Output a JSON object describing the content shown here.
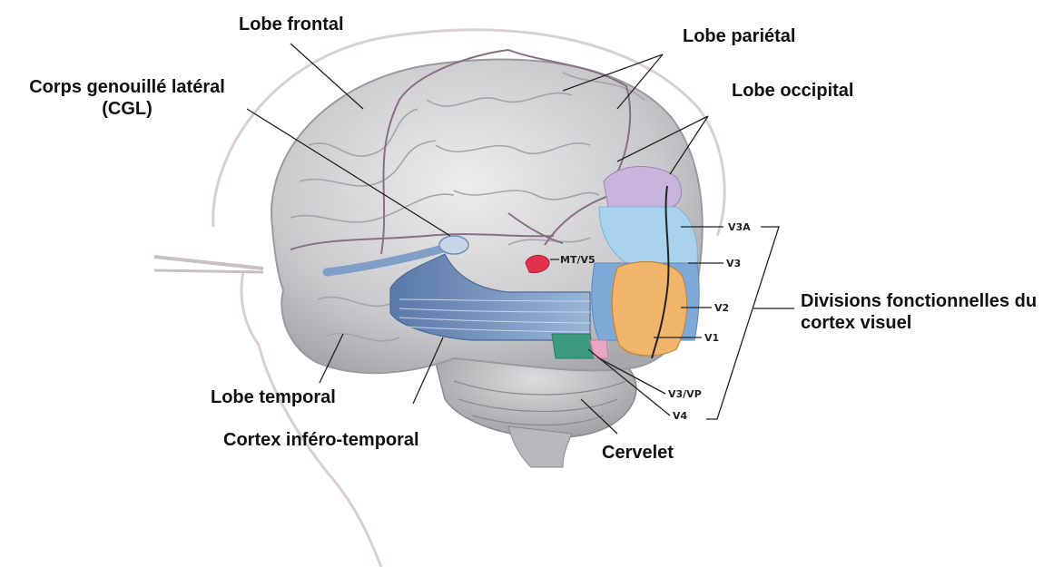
{
  "labels": {
    "frontal": "Lobe frontal",
    "parietal": "Lobe pariétal",
    "occipital": "Lobe occipital",
    "cgl_line1": "Corps genouillé latéral",
    "cgl_line2": "(CGL)",
    "temporal": "Lobe temporal",
    "infero_temporal": "Cortex inféro-temporal",
    "cervelet": "Cervelet",
    "divisions_line1": "Divisions fonctionnelles du",
    "divisions_line2": "cortex visuel"
  },
  "visual_areas": {
    "mt": "MT/V5",
    "v3a": "V3A",
    "v3": "V3",
    "v2": "V2",
    "v1": "V1",
    "v3vp": "V3/VP",
    "v4": "V4"
  },
  "colors": {
    "brain": "#d4d4d6",
    "sulci": "#8a6e86",
    "optic_radiation": "#6f8fb8",
    "mt_area": "#e0324a",
    "v3a_area": "#c8b4dc",
    "v3_area": "#a9d3ec",
    "v2_area": "#7fa9d8",
    "v1_area": "#f0b46a",
    "v4_area": "#3d9a7e",
    "v3vp_area": "#e7a7c4"
  }
}
